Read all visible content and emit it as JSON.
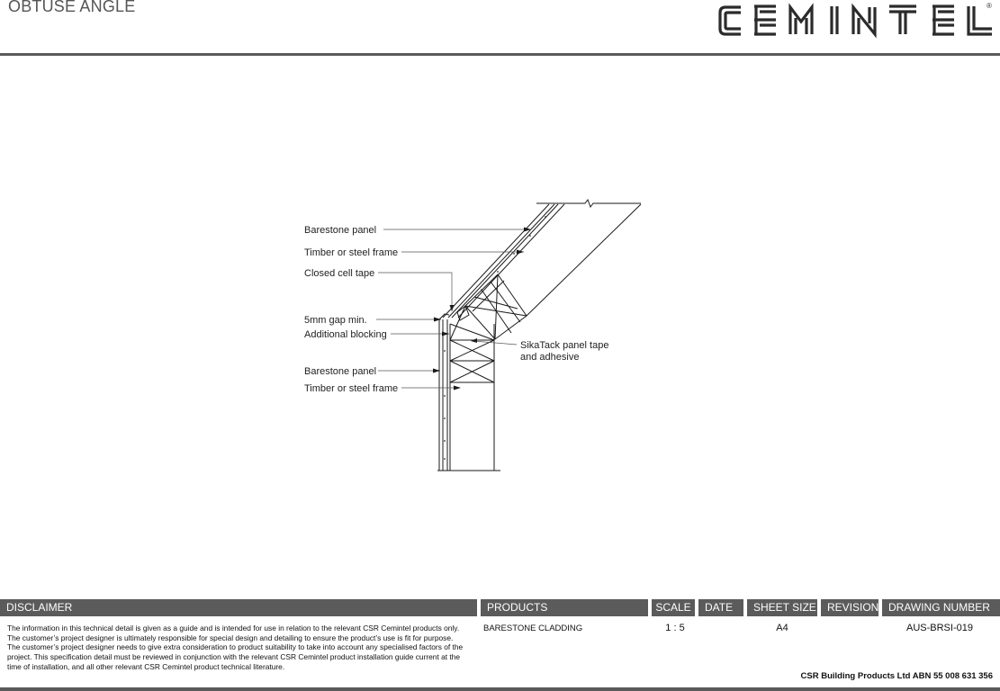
{
  "title": "OBTUSE ANGLE",
  "logo_text": "CEMINTEL",
  "logo_mark": "®",
  "callouts": {
    "left": [
      "Barestone panel",
      "Timber or steel frame",
      "Closed cell tape",
      "5mm gap min.",
      "Additional blocking",
      "Barestone panel",
      "Timber or steel frame"
    ],
    "right": [
      "SikaTack panel tape",
      "and adhesive"
    ]
  },
  "footer": {
    "headers": {
      "disclaimer": "DISCLAIMER",
      "products": "PRODUCTS",
      "scale": "SCALE",
      "date": "DATE",
      "sheet_size": "SHEET SIZE",
      "revision": "REVISION",
      "drawing_number": "DRAWING NUMBER"
    },
    "disclaimer_text": "The information in this technical detail is given as a guide and is intended for use in relation to the relevant CSR Cemintel products only. The customer’s project designer is ultimately responsible for special design and detailing to ensure the product’s use is fit for purpose. The customer’s project designer needs to give extra consideration to product suitability to take into account any specialised factors of the project. This specification detail must be reviewed in conjunction with the relevant CSR Cemintel product installation guide current at the time of installation, and all other relevant CSR Cemintel product technical literature.",
    "products": "BARESTONE CLADDING",
    "scale": "1 : 5",
    "date": "",
    "sheet_size": "A4",
    "revision": "",
    "drawing_number": "AUS-BRSI-019",
    "company": "CSR Building Products Ltd ABN  55 008 631 356"
  }
}
